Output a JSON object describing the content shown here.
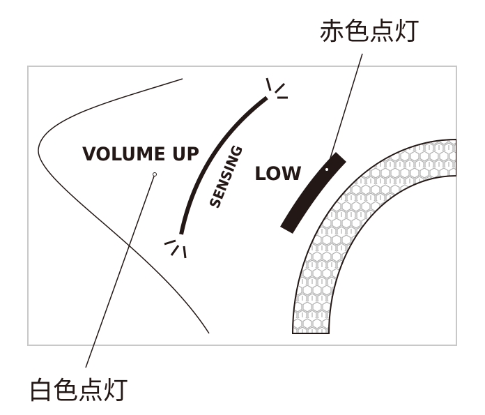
{
  "labels": {
    "red_on": "赤色点灯",
    "white_on": "白色点灯",
    "volume_up": "VOLUME UP",
    "sensing": "SENSING",
    "low": "LOW"
  },
  "colors": {
    "ink": "#231815",
    "frame": "#c8c8c8",
    "hex": "#b0b0b0"
  }
}
